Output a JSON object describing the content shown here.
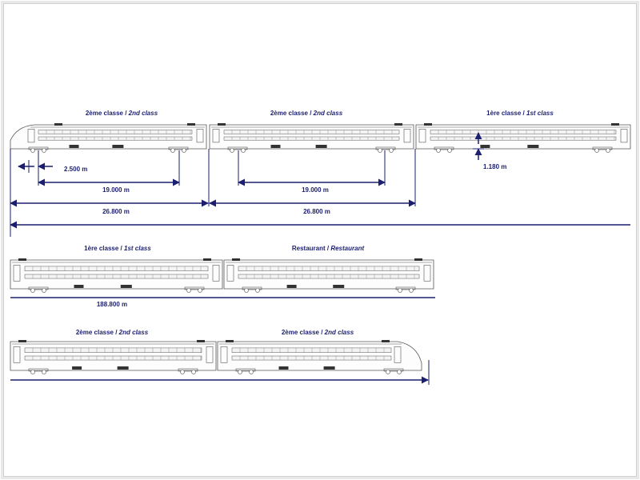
{
  "colors": {
    "line": "#1c1f6e",
    "car_outline": "#555555",
    "window": "#f4f4f4",
    "dark": "#333333"
  },
  "cars": [
    {
      "id": "row1-car1",
      "class_fr": "2ème classe",
      "class_en": "2nd class"
    },
    {
      "id": "row1-car2",
      "class_fr": "2ème classe",
      "class_en": "2nd class"
    },
    {
      "id": "row1-car3",
      "class_fr": "1ère classe",
      "class_en": "1st class"
    },
    {
      "id": "row2-car1",
      "class_fr": "1ère classe",
      "class_en": "1st class"
    },
    {
      "id": "row2-car2",
      "class_fr": "Restaurant",
      "class_en": "Restaurant"
    },
    {
      "id": "row3-car1",
      "class_fr": "2ème classe",
      "class_en": "2nd class"
    },
    {
      "id": "row3-car2",
      "class_fr": "2ème classe",
      "class_en": "2nd class"
    }
  ],
  "separator": " / ",
  "dimensions": {
    "axle_spacing": "2.500 m",
    "bogie_centres_1": "19.000 m",
    "bogie_centres_2": "19.000 m",
    "car_length_1": "26.800 m",
    "car_length_2": "26.800 m",
    "floor_height": "1.180 m",
    "total_length": "188.800 m"
  }
}
